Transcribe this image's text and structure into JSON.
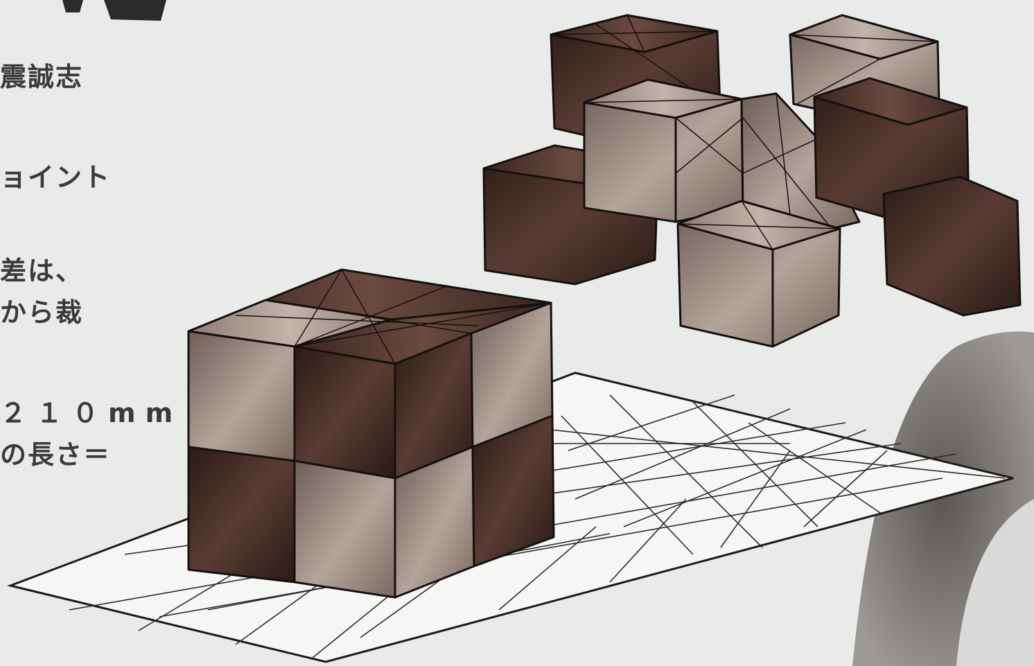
{
  "text_fragments": [
    {
      "id": "frag-1",
      "text": "震誠志"
    },
    {
      "id": "frag-2",
      "text": "ョイント"
    },
    {
      "id": "frag-3",
      "text": "差は、"
    },
    {
      "id": "frag-4",
      "text": "から裁"
    },
    {
      "id": "frag-5",
      "text": "２１０mm"
    },
    {
      "id": "frag-6",
      "text": "の長さ＝"
    }
  ],
  "colors": {
    "paper": "#e9ebe8",
    "cube_dark": "#4a302a",
    "cube_light": "#8f7e76",
    "outline": "#141010",
    "base_sheet": "#f6f7f5"
  }
}
